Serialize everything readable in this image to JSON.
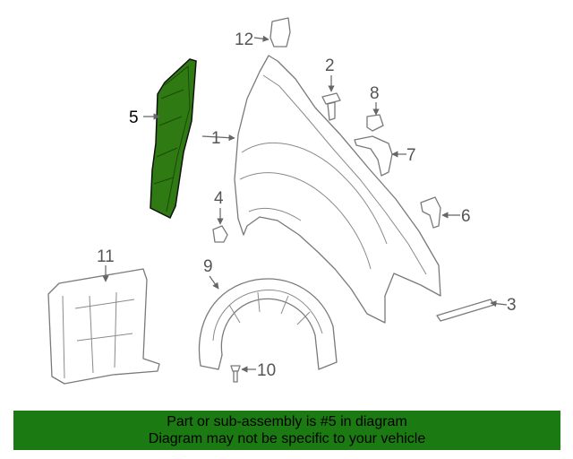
{
  "diagram": {
    "highlight_color": "#2f7a12",
    "callouts": [
      {
        "id": "1",
        "label": "1"
      },
      {
        "id": "2",
        "label": "2"
      },
      {
        "id": "3",
        "label": "3"
      },
      {
        "id": "4",
        "label": "4"
      },
      {
        "id": "5",
        "label": "5",
        "highlighted": true
      },
      {
        "id": "6",
        "label": "6"
      },
      {
        "id": "7",
        "label": "7"
      },
      {
        "id": "8",
        "label": "8"
      },
      {
        "id": "9",
        "label": "9"
      },
      {
        "id": "10",
        "label": "10"
      },
      {
        "id": "11",
        "label": "11"
      },
      {
        "id": "12",
        "label": "12"
      }
    ]
  },
  "banner": {
    "line1": "Part or sub-assembly is #5 in diagram",
    "line2": "Diagram may not be specific to your vehicle",
    "background": "#1c7a12"
  }
}
